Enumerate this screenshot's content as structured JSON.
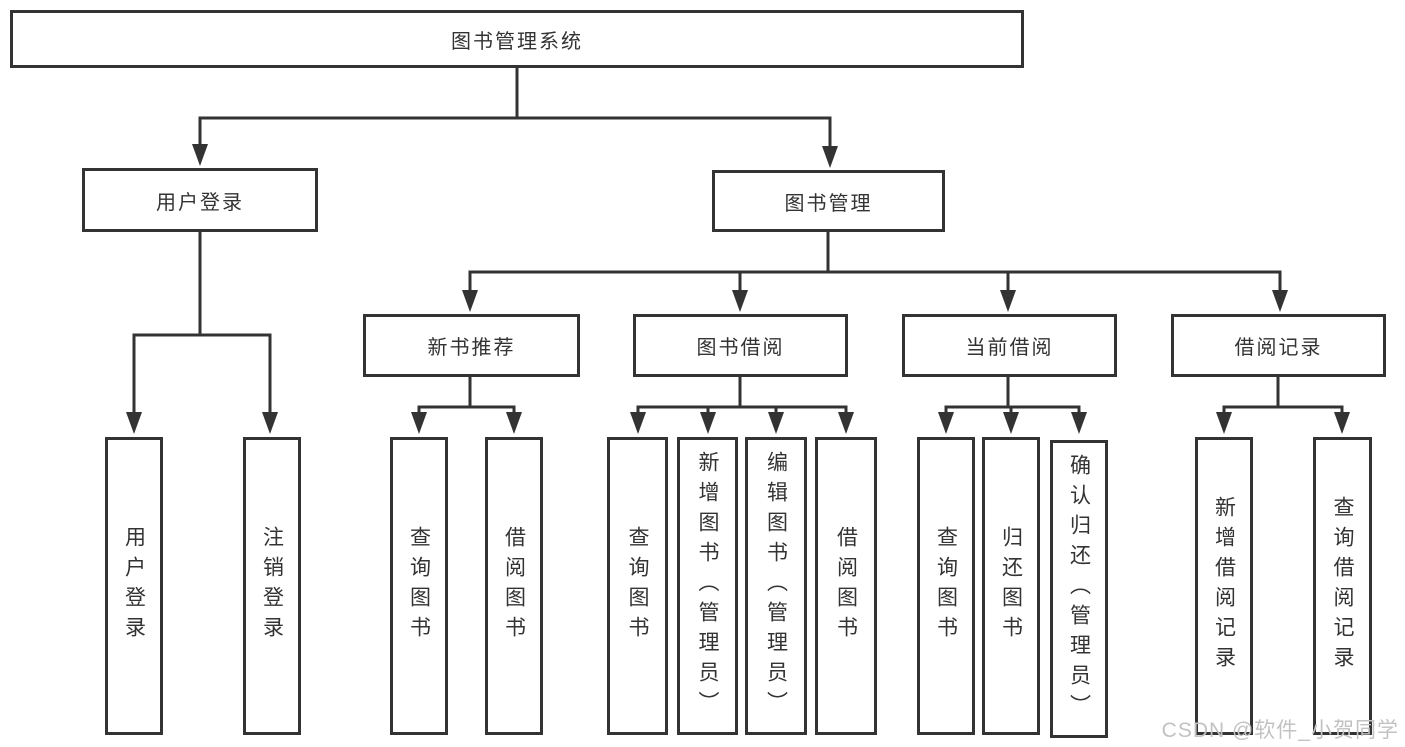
{
  "diagram": {
    "root": "图书管理系统",
    "branches": [
      {
        "label": "用户登录",
        "children": [
          "用户登录",
          "注销登录"
        ]
      },
      {
        "label": "图书管理",
        "groups": [
          {
            "label": "新书推荐",
            "children": [
              "查询图书",
              "借阅图书"
            ]
          },
          {
            "label": "图书借阅",
            "children": [
              "查询图书",
              "新增图书（管理员）",
              "编辑图书（管理员）",
              "借阅图书"
            ]
          },
          {
            "label": "当前借阅",
            "children": [
              "查询图书",
              "归还图书",
              "确认归还（管理员）"
            ]
          },
          {
            "label": "借阅记录",
            "children": [
              "新增借阅记录",
              "查询借阅记录"
            ]
          }
        ]
      }
    ]
  },
  "watermark": "CSDN @软件_小贺同学",
  "colors": {
    "line": "#333333",
    "text": "#333333",
    "watermark": "#c2c2c2",
    "background": "#ffffff"
  }
}
